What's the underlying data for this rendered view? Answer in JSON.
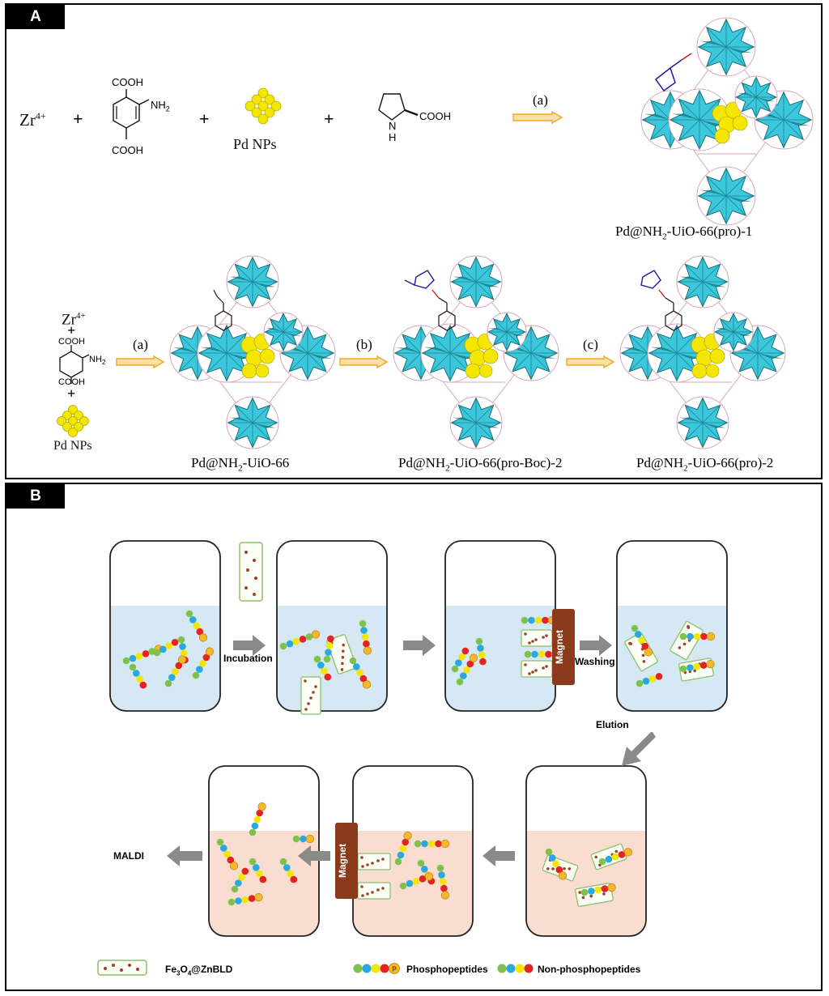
{
  "panelA": {
    "label": "A",
    "row1": {
      "zr": "Zr",
      "zr_charge": "4+",
      "cooh_top": "COOH",
      "nh2": "NH",
      "nh2_sub": "2",
      "cooh_bottom": "COOH",
      "pd_nps": "Pd NPs",
      "proline_nh": "N",
      "proline_h": "H",
      "proline_cooh": "COOH",
      "step": "(a)",
      "product": {
        "p1": "Pd@NH",
        "sub": "2",
        "p2": "-UiO-66(pro)-1"
      }
    },
    "row2": {
      "zr": "Zr",
      "zr_charge": "4+",
      "cooh_top": "COOH",
      "nh2": "NH",
      "nh2_sub": "2",
      "cooh_bottom": "COOH",
      "pd_nps": "Pd NPs",
      "step_a": "(a)",
      "step_b": "(b)",
      "step_c": "(c)",
      "mof1": {
        "p1": "Pd@NH",
        "sub": "2",
        "p2": "-UiO-66"
      },
      "mof2": {
        "p1": "Pd@NH",
        "sub": "2",
        "p2": "-UiO-66(pro-Boc)-2"
      },
      "mof3": {
        "p1": "Pd@NH",
        "sub": "2",
        "p2": "-UiO-66(pro)-2"
      }
    }
  },
  "panelB": {
    "label": "B",
    "steps": {
      "incubation": "Incubation",
      "washing": "Washing",
      "elution": "Elution",
      "maldi": "MALDI",
      "magnet": "Magnet"
    },
    "legend": {
      "material": {
        "p1": "Fe",
        "s1": "3",
        "p2": "O",
        "s2": "4",
        "p3": "@ZnBLD"
      },
      "phospho": "Phosphopeptides",
      "nonphospho": "Non-phosphopeptides",
      "p_marker": "P"
    }
  },
  "colors": {
    "cyan": "#3cc8dc",
    "yellow": "#f5e600",
    "arrow_orange": "#f5a623",
    "liquid_blue": "#d6e8f4",
    "liquid_peach": "#f8ddd0",
    "magnet_brown": "#8b3a1a",
    "grey_arrow": "#8a8a8a",
    "bead_border": "#8cc06a"
  }
}
